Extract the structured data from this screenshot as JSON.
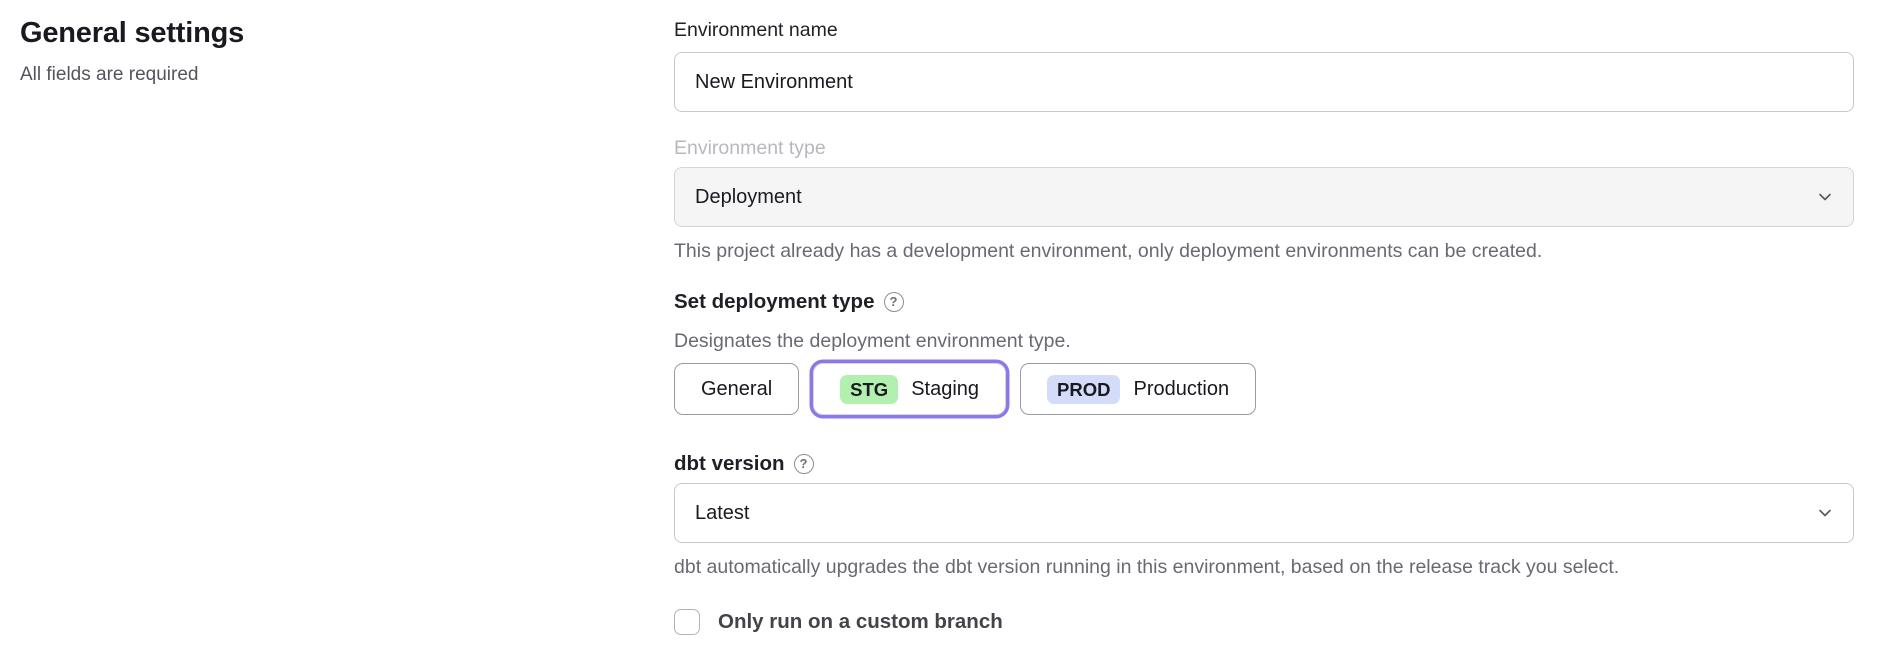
{
  "page": {
    "title": "General settings",
    "subtitle": "All fields are required"
  },
  "form": {
    "environment_name": {
      "label": "Environment name",
      "value": "New Environment"
    },
    "environment_type": {
      "label": "Environment type",
      "value": "Deployment",
      "disabled": true,
      "helper": "This project already has a development environment, only deployment environments can be created."
    },
    "deployment_type": {
      "label": "Set deployment type",
      "description": "Designates the deployment environment type.",
      "options": [
        {
          "label": "General",
          "badge": "",
          "selected": false
        },
        {
          "label": "Staging",
          "badge": "STG",
          "selected": true
        },
        {
          "label": "Production",
          "badge": "PROD",
          "selected": false
        }
      ]
    },
    "dbt_version": {
      "label": "dbt version",
      "value": "Latest",
      "helper": "dbt automatically upgrades the dbt version running in this environment, based on the release track you select."
    },
    "custom_branch": {
      "label": "Only run on a custom branch",
      "checked": false
    }
  },
  "icons": {
    "help_glyph": "?"
  },
  "colors": {
    "accent_purple": "#8979e9",
    "badge_staging_green": "#b1f0ae",
    "badge_production_blue": "#d3ddfa",
    "disabled_field_bg": "#f5f5f6",
    "text_primary": "#1b1a21",
    "text_secondary": "#6a6972",
    "disabled_label": "#b9b7bd"
  }
}
